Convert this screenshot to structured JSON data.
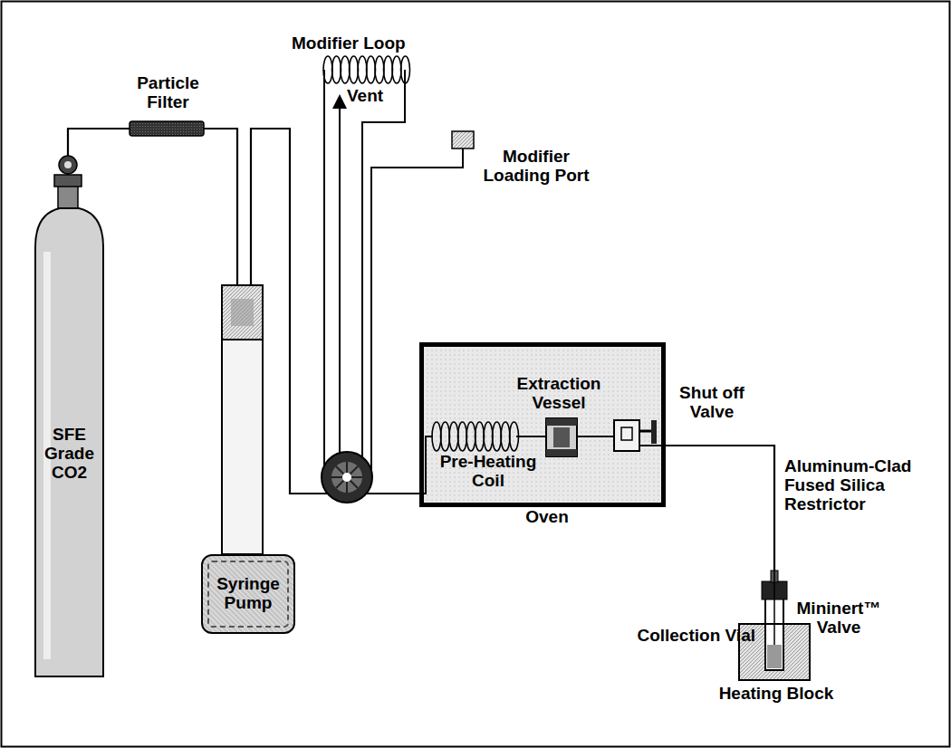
{
  "diagram": {
    "nodes": [
      {
        "text": [
          "SFE Grade CO2"
        ]
      },
      {
        "text": [
          "Syringe Pump"
        ]
      },
      {
        "text": [
          "Oven"
        ]
      },
      {
        "text": [
          "Heating Block"
        ]
      }
    ],
    "edges": [
      {
        "from": 0,
        "to": 1,
        "arrow": "none"
      },
      {
        "from": 1,
        "to": 2,
        "arrow": "none"
      },
      {
        "from": 2,
        "to": 3,
        "arrow": "none"
      }
    ],
    "labels": [
      "Particle Filter",
      "Modifier Loop",
      "Vent",
      "Modifier Loading Port",
      "Extraction Vessel",
      "Shut off Valve",
      "Pre-Heating Coil",
      "Aluminum-Clad Fused Silica Restrictor",
      "Collection Vial",
      "Mininert™ Valve"
    ]
  }
}
